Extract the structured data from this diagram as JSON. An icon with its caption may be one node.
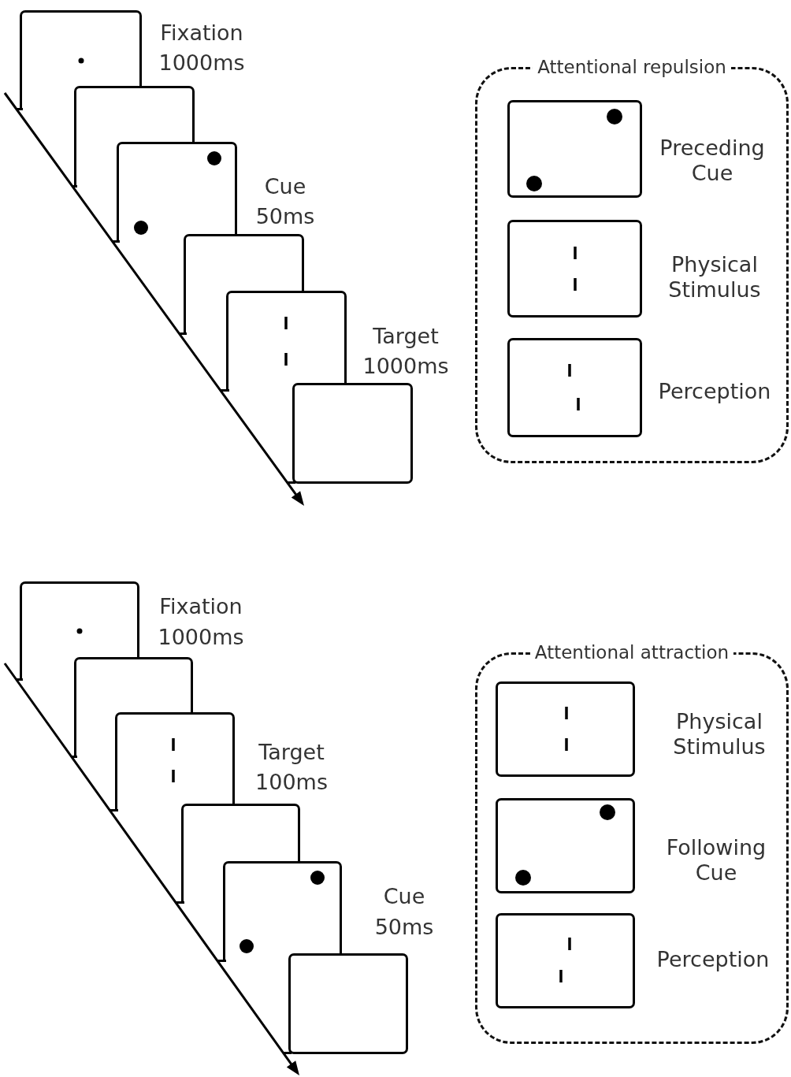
{
  "diagram": {
    "nodes": [
      {
        "text": [],
        "shape": "box",
        "beside": [
          "Fixation",
          "1000ms"
        ]
      },
      {
        "text": [],
        "shape": "box"
      },
      {
        "text": [],
        "shape": "box",
        "beside": [
          "Cue",
          "50ms"
        ]
      },
      {
        "text": [],
        "shape": "box"
      },
      {
        "text": [],
        "shape": "box",
        "beside": [
          "Target",
          "1000ms"
        ]
      },
      {
        "text": [],
        "shape": "box"
      },
      {
        "text": [
          "Attentional repulsion"
        ]
      },
      {
        "text": [],
        "shape": "box",
        "in": 6,
        "beside": [
          "Preceding Cue"
        ]
      },
      {
        "text": [],
        "shape": "box",
        "in": 6,
        "beside": [
          "Physical Stimulus"
        ]
      },
      {
        "text": [],
        "shape": "box",
        "in": 6,
        "beside": [
          "Perception"
        ]
      },
      {
        "text": [],
        "shape": "box",
        "beside": [
          "Fixation",
          "1000ms"
        ]
      },
      {
        "text": [],
        "shape": "box"
      },
      {
        "text": [],
        "shape": "box",
        "beside": [
          "Target",
          "100ms"
        ]
      },
      {
        "text": [],
        "shape": "box"
      },
      {
        "text": [],
        "shape": "box",
        "beside": [
          "Cue",
          "50ms"
        ]
      },
      {
        "text": [],
        "shape": "box"
      },
      {
        "text": [
          "Attentional attraction"
        ]
      },
      {
        "text": [],
        "shape": "box",
        "in": 16,
        "beside": [
          "Physical Stimulus"
        ]
      },
      {
        "text": [],
        "shape": "box",
        "in": 16,
        "beside": [
          "Following Cue"
        ]
      },
      {
        "text": [],
        "shape": "box",
        "in": 16,
        "beside": [
          "Perception"
        ]
      }
    ],
    "edges": []
  }
}
